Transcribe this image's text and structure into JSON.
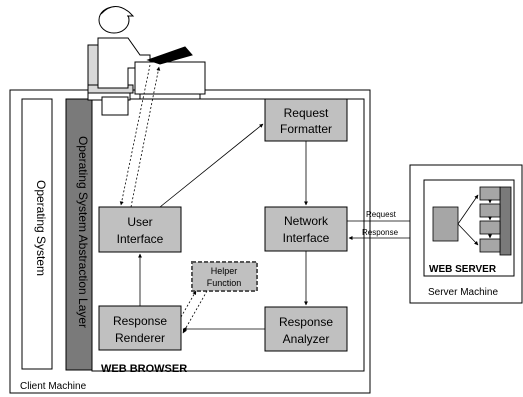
{
  "client_machine": {
    "label": "Client Machine"
  },
  "operating_system": {
    "label": "Operating System"
  },
  "os_abstraction_layer": {
    "label": "Operating System Abstraction Layer"
  },
  "web_browser": {
    "label": "WEB BROWSER",
    "components": {
      "request_formatter": {
        "line1": "Request",
        "line2": "Formatter"
      },
      "user_interface": {
        "line1": "User",
        "line2": "Interface"
      },
      "network_interface": {
        "line1": "Network",
        "line2": "Interface"
      },
      "response_renderer": {
        "line1": "Response",
        "line2": "Renderer"
      },
      "response_analyzer": {
        "line1": "Response",
        "line2": "Analyzer"
      },
      "helper_function": {
        "line1": "Helper",
        "line2": "Function"
      }
    }
  },
  "connections": {
    "request_label": "Request",
    "response_label": "Response"
  },
  "server_machine": {
    "label": "Server Machine",
    "web_server_label": "WEB SERVER"
  },
  "colors": {
    "box_fill": "#c0c0c0",
    "abstraction_layer_fill": "#7a7a7a",
    "server_block_fill": "#a6a6a6",
    "line": "#000000"
  }
}
